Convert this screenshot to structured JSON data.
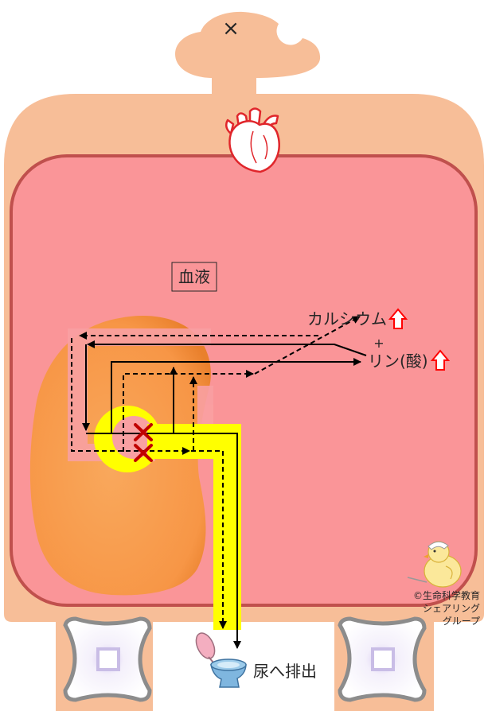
{
  "diagram": {
    "head_mark": "×",
    "blood_label": "血液",
    "calcium_label": "カルシウム",
    "plus_sign": "+",
    "phosphorus_label": "リン(酸)",
    "excretion_label": "尿へ排出",
    "credit": [
      "©生命科学教育",
      "シェアリング",
      "グループ"
    ]
  },
  "icons": {
    "heart": "heart-icon",
    "toilet": "toilet-icon",
    "mascot": "chick-icon",
    "increase": "up-arrow-icon",
    "blocked": "red-x-icon",
    "bones": "bone-icon"
  },
  "colors": {
    "body": "#F7BE98",
    "blood": "#FA9598",
    "blood_border": "#C0504D",
    "kidney": "#F79646",
    "urine_tube": "#FFFF00",
    "blocked_mark": "#C00000",
    "increase_arrow": "#FF0000"
  }
}
